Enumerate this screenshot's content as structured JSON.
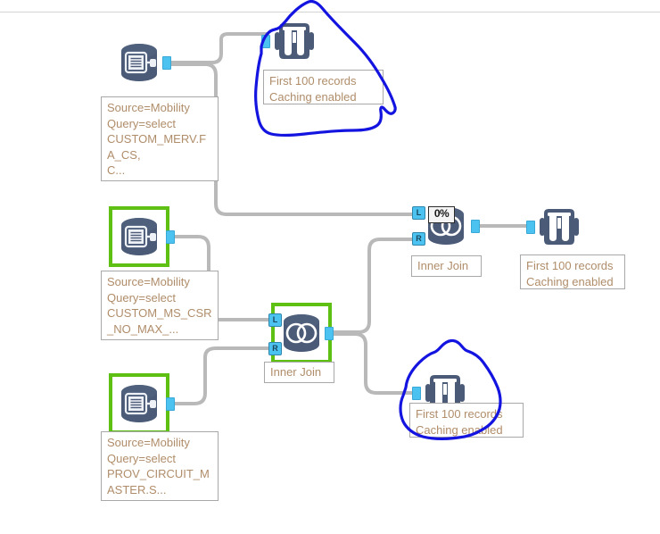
{
  "canvas": {
    "background": "#ffffff",
    "rule_color": "#d4d4d4",
    "wire_color": "#b9b9b9",
    "port_color": "#4cc2f0",
    "selection_color": "#5ec013",
    "icon_color": "#4a5a77",
    "label_text_color": "#b08d6a",
    "annotation_color": "#1414e0"
  },
  "nodes": [
    {
      "id": "source-mobility-merv",
      "type": "data-source",
      "icon": "database-input-icon",
      "selected": false,
      "label": "Source=Mobility\nQuery=select\nCUSTOM_MERV.F\nA_CS,\nC..."
    },
    {
      "id": "browse-top",
      "type": "browse",
      "icon": "binoculars-icon",
      "selected": false,
      "annotated": true,
      "label": "First 100 records\nCaching enabled"
    },
    {
      "id": "source-mobility-mscsr",
      "type": "data-source",
      "icon": "database-input-icon",
      "selected": true,
      "label": "Source=Mobility\nQuery=select\nCUSTOM_MS_CSR\n_NO_MAX_..."
    },
    {
      "id": "source-mobility-prov",
      "type": "data-source",
      "icon": "database-input-icon",
      "selected": true,
      "label": "Source=Mobility\nQuery=select\nPROV_CIRCUIT_M\nASTER.S..."
    },
    {
      "id": "join-lower",
      "type": "join",
      "icon": "join-venn-icon",
      "selected": true,
      "label": "Inner Join",
      "ports": {
        "left": "L",
        "right": "R"
      }
    },
    {
      "id": "join-upper",
      "type": "join",
      "icon": "join-venn-icon",
      "selected": false,
      "label": "Inner Join",
      "progress": "0%",
      "ports": {
        "left": "L",
        "right": "R"
      }
    },
    {
      "id": "browse-right",
      "type": "browse",
      "icon": "binoculars-icon",
      "selected": false,
      "label": "First 100 records\nCaching enabled"
    },
    {
      "id": "browse-bottom",
      "type": "browse",
      "icon": "binoculars-icon",
      "selected": false,
      "annotated": true,
      "label": "First 100 records\nCaching enabled"
    }
  ],
  "labels": {
    "source_merv": "Source=Mobility\nQuery=select\nCUSTOM_MERV.F\nA_CS,\nC...",
    "source_mscsr": "Source=Mobility\nQuery=select\nCUSTOM_MS_CSR\n_NO_MAX_...",
    "source_prov": "Source=Mobility\nQuery=select\nPROV_CIRCUIT_M\nASTER.S...",
    "browse_top": "First 100 records\nCaching enabled",
    "browse_right": "First 100 records\nCaching enabled",
    "browse_bottom": "First 100 records\nCaching enabled",
    "join_lower": "Inner Join",
    "join_upper": "Inner Join",
    "progress": "0%",
    "port_left": "L",
    "port_right": "R"
  }
}
